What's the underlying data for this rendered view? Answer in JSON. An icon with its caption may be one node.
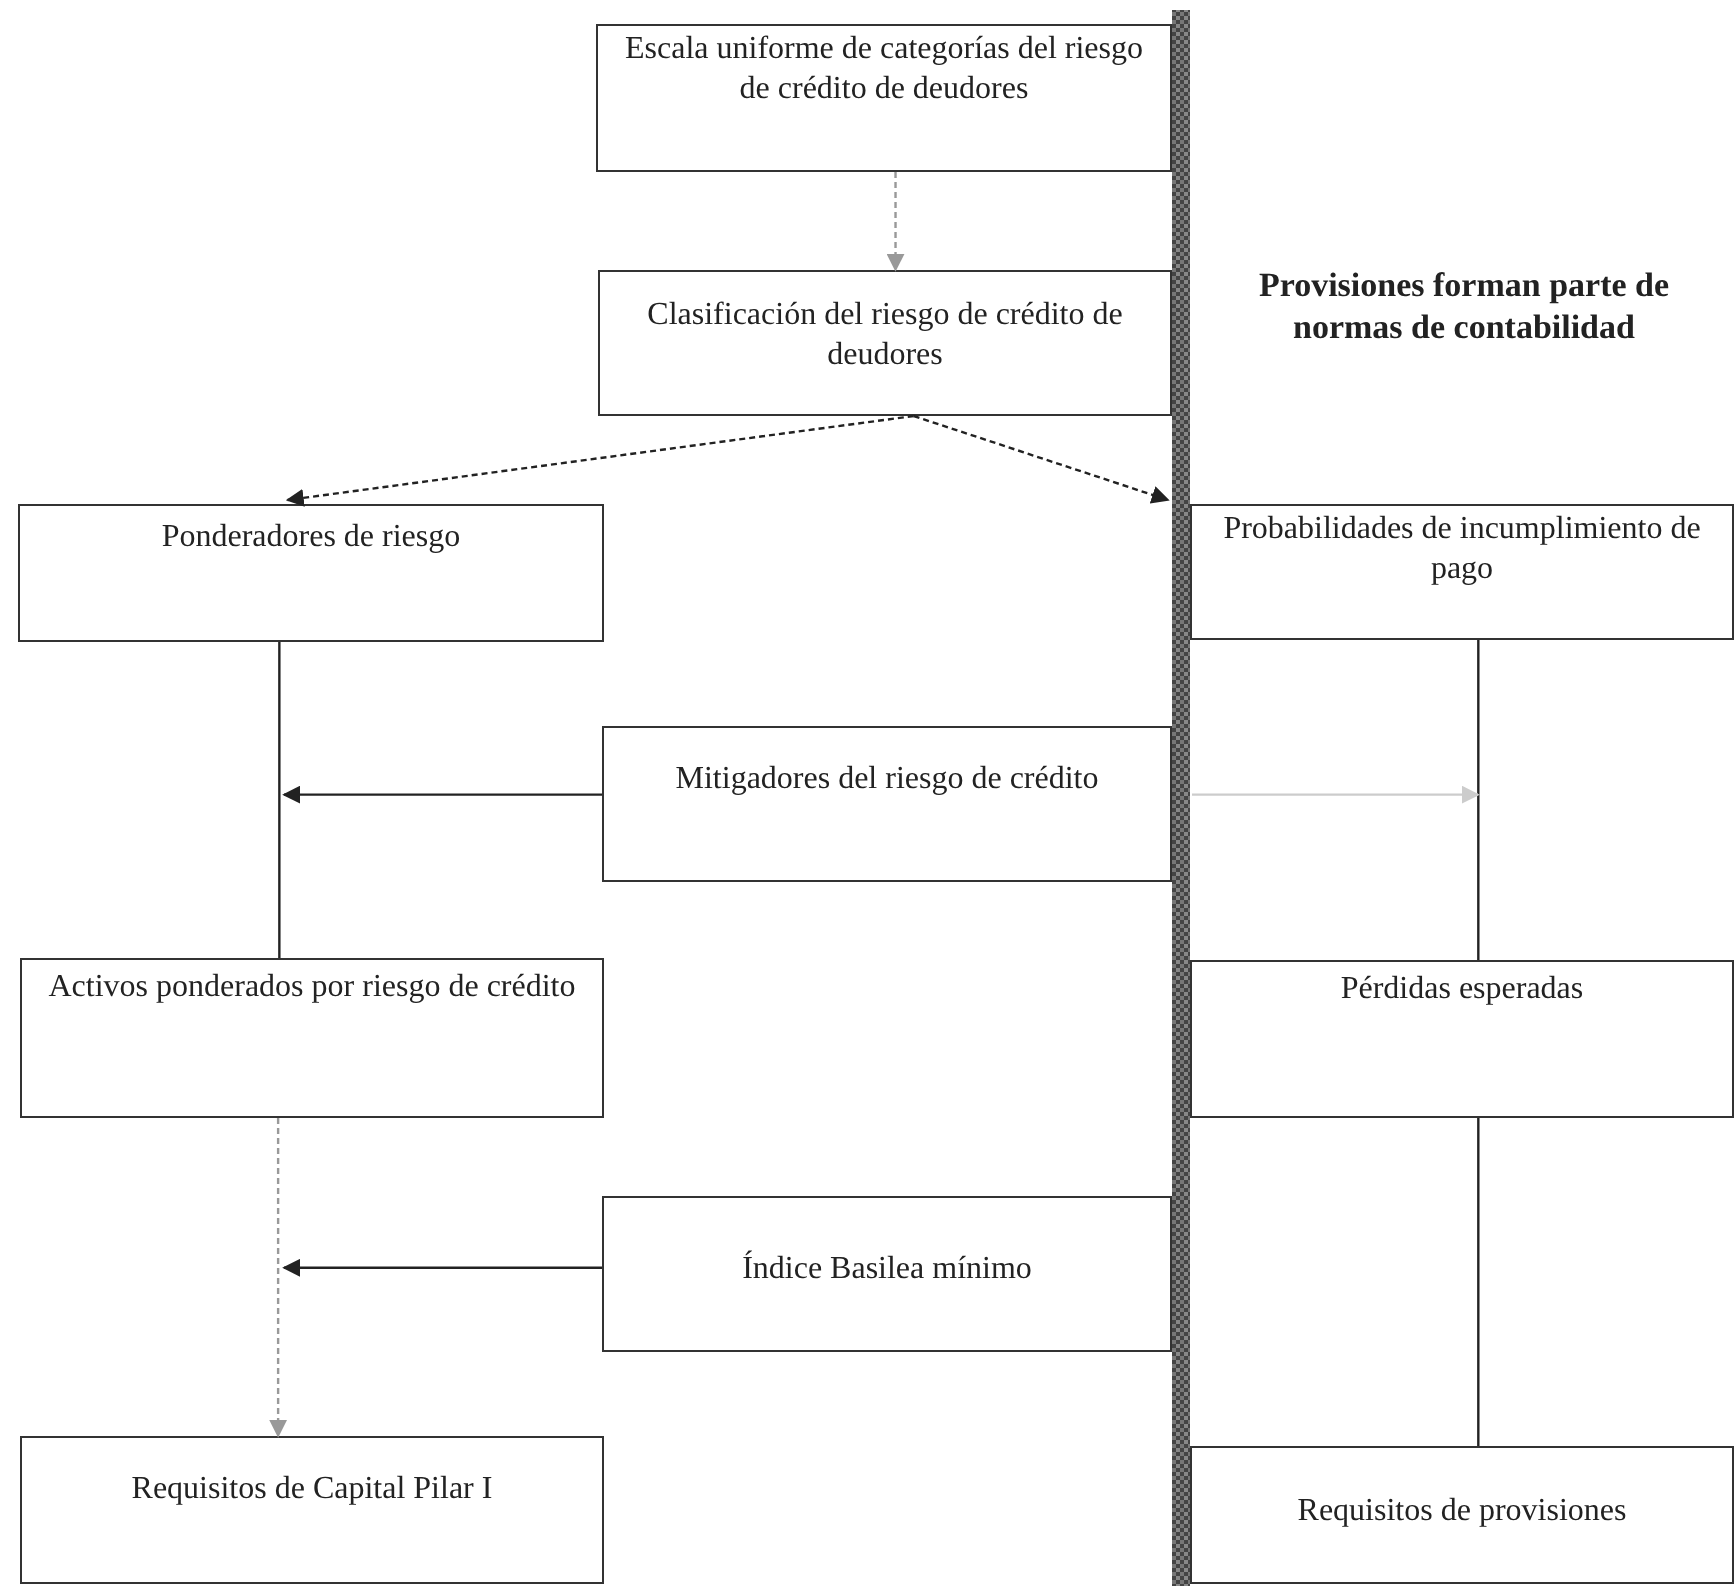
{
  "diagram": {
    "nodes": [
      {
        "text": [
          "Escala uniforme de categorías del riesgo de crédito de deudores"
        ]
      },
      {
        "text": [
          "Clasificación del riesgo de crédito de deudores"
        ]
      },
      {
        "text": [
          "Ponderadores de riesgo"
        ]
      },
      {
        "text": [
          "Probabilidades de incumplimiento de pago"
        ]
      },
      {
        "text": [
          "Mitigadores del riesgo de crédito"
        ]
      },
      {
        "text": [
          "Activos ponderados por riesgo de crédito"
        ]
      },
      {
        "text": [
          "Pérdidas esperadas"
        ]
      },
      {
        "text": [
          "Índice Basilea mínimo"
        ]
      },
      {
        "text": [
          "Requisitos de Capital Pilar I"
        ]
      },
      {
        "text": [
          "Requisitos de provisiones"
        ]
      }
    ],
    "edges": [
      {
        "from": 0,
        "to": 1,
        "arrow": "to",
        "style": "dashed",
        "color": "#999999"
      },
      {
        "from": 1,
        "to": 2,
        "arrow": "to",
        "style": "dashed"
      },
      {
        "from": 1,
        "to": 3,
        "arrow": "to",
        "style": "dashed"
      },
      {
        "from": 2,
        "to": 5,
        "arrow": "none"
      },
      {
        "from": 4,
        "to": null,
        "arrow": "to"
      },
      {
        "from": 3,
        "to": 6,
        "arrow": "none"
      },
      {
        "from": 4,
        "to": null,
        "arrow": "to",
        "color": "#cccccc"
      },
      {
        "from": 5,
        "to": 8,
        "arrow": "to",
        "style": "dashed",
        "color": "#999999"
      },
      {
        "from": 7,
        "to": null,
        "arrow": "to"
      },
      {
        "from": 6,
        "to": 9,
        "arrow": "none"
      }
    ],
    "labels": [
      "Provisiones forman parte de normas de contabilidad"
    ]
  }
}
